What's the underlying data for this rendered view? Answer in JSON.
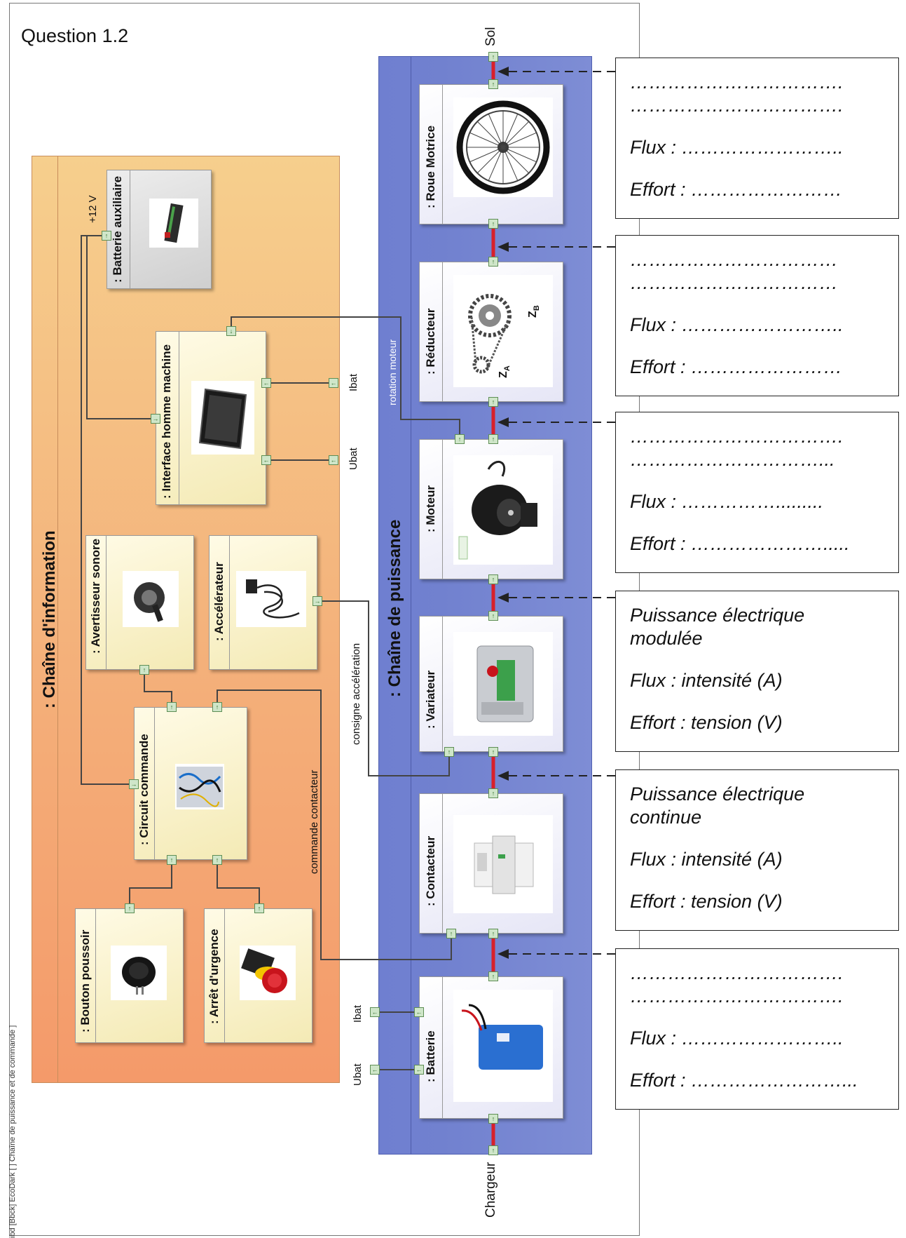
{
  "question_title": "Question 1.2",
  "frame_caption": "ibd [Bbck] EcoDark [  ] Chaîne de puissance et de commande ]",
  "info_chain": {
    "title": ": Chaîne d'information",
    "blocks": {
      "batterie_auxiliaire": ": Batterie auxiliaire",
      "ihm": ": Interface homme machine",
      "avertisseur": ": Avertisseur sonore",
      "accelerateur": ": Accélérateur",
      "circuit_commande": ": Circuit commande",
      "bouton_poussoir": ": Bouton poussoir",
      "arret_urgence": ": Arrêt d'urgence"
    }
  },
  "power_chain": {
    "title": ": Chaîne de puissance",
    "blocks": {
      "roue_motrice": ": Roue Motrice",
      "reducteur": ": Réducteur",
      "moteur": ": Moteur",
      "variateur": ": Variateur",
      "contacteur": ": Contacteur",
      "batterie": ": Batterie"
    },
    "reducteur_za": "Z",
    "reducteur_za_sub": "A",
    "reducteur_zb": "Z",
    "reducteur_zb_sub": "B"
  },
  "port_labels": {
    "sol": "Sol",
    "chargeur": "Chargeur",
    "plus12v": "+12 V",
    "ibat_ihm": "Ibat",
    "ubat_ihm": "Ubat",
    "ibat_batt": "Ibat",
    "ubat_batt": "Ubat"
  },
  "connector_labels": {
    "rotation_moteur": "rotation moteur",
    "consigne_acceleration": "consigne accélération",
    "commande_contacteur": "commande contacteur"
  },
  "flux_boxes": [
    {
      "line1": "…………………………….",
      "line2": "…………………………….",
      "flux": "Flux : ……………………..",
      "effort": "Effort : ……………………"
    },
    {
      "line1": "……………………………",
      "line2": "……………………………",
      "flux": "Flux : ……………………..",
      "effort": "Effort : ……………………"
    },
    {
      "line1": "…………………………….",
      "line2": "…………………………...",
      "flux": "Flux : …………….........",
      "effort": "Effort : …………………....."
    },
    {
      "line1": "Puissance électrique",
      "line2": "modulée",
      "flux": "Flux : intensité (A)",
      "effort": "Effort : tension (V)"
    },
    {
      "line1": "Puissance électrique",
      "line2": "continue",
      "flux": "Flux : intensité (A)",
      "effort": "Effort : tension (V)"
    },
    {
      "line1": "…………………………….",
      "line2": "…………………………….",
      "flux": "Flux : ……………………..",
      "effort": "Effort : ……………………..."
    }
  ],
  "colors": {
    "info_chain_top": "#f6cf8d",
    "info_chain_bottom": "#f49a6a",
    "power_chain": "#7181cf",
    "power_link": "#d8202a",
    "port_fill": "#cfe6c9"
  }
}
